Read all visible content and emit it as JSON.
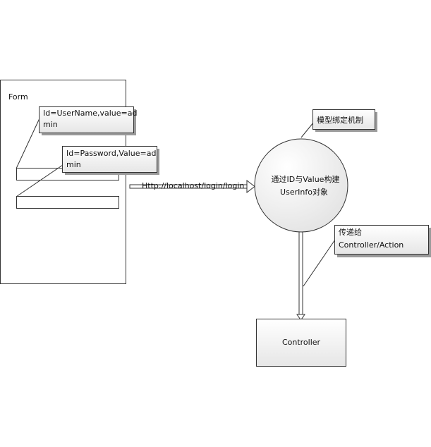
{
  "form": {
    "title": "Form"
  },
  "callouts": {
    "username": {
      "line1": "Id=UserName,value=ad",
      "line2": "min"
    },
    "password": {
      "line1": "Id=Password,Value=ad",
      "line2": "min"
    },
    "binding": {
      "text": "模型绑定机制"
    },
    "pass_to": {
      "line1": "传递给",
      "line2": "Controller/Action"
    }
  },
  "request": {
    "url": "Http://localhost/login/login"
  },
  "process": {
    "line1": "通过ID与Value构建",
    "line2": "UserInfo对象"
  },
  "controller": {
    "label": "Controller"
  }
}
